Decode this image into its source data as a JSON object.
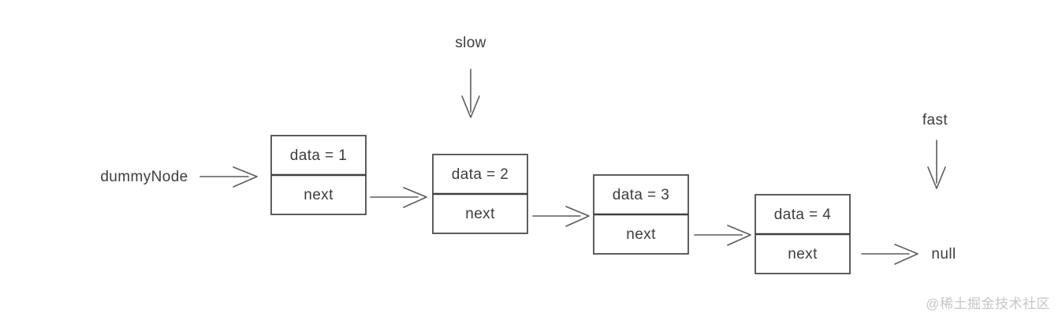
{
  "diagram": {
    "dummy_pointer_label": "dummyNode",
    "slow_pointer_label": "slow",
    "fast_pointer_label": "fast",
    "null_label": "null",
    "nodes": [
      {
        "data": "data = 1",
        "next": "next"
      },
      {
        "data": "data = 2",
        "next": "next"
      },
      {
        "data": "data = 3",
        "next": "next"
      },
      {
        "data": "data = 4",
        "next": "next"
      }
    ]
  },
  "watermark": "@稀土掘金技术社区",
  "colors": {
    "background": "#ffffff",
    "box_border": "#4d4d4d",
    "connector_stroke": "#5c5c5c",
    "text": "#3d3d3d",
    "watermark": "#c6c6c6"
  }
}
